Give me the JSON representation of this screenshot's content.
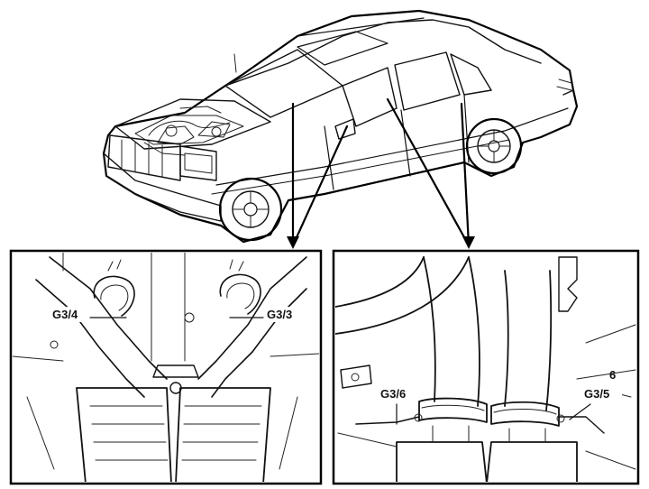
{
  "diagram": {
    "subject": "car-sensor-locations",
    "left_panel": {
      "labels": [
        "G3/4",
        "G3/3"
      ]
    },
    "right_panel": {
      "labels": [
        "G3/6",
        "G3/5"
      ]
    },
    "colors": {
      "ink": "#111111",
      "background": "#ffffff"
    }
  }
}
